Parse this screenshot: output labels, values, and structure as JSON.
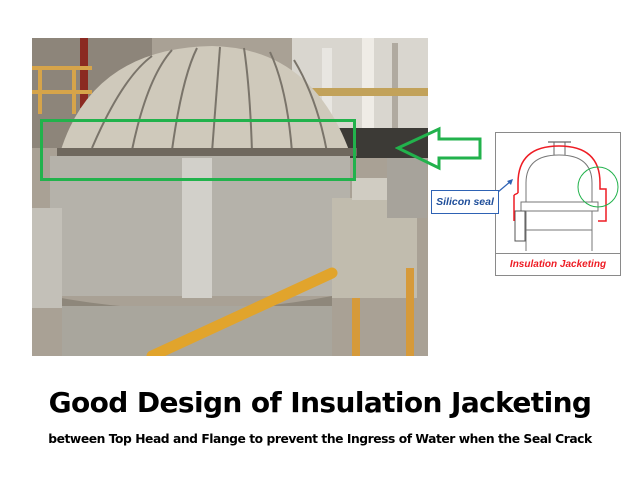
{
  "slide": {
    "title": "Good Design of Insulation Jacketing",
    "subtitle": "between Top Head and Flange to prevent the Ingress of Water when the Seal Crack"
  },
  "photo": {
    "description": "Insulated vessel top head with jacketing, highlighted region between top head and flange",
    "highlight_color": "#22b24c"
  },
  "callout_arrow": {
    "color": "#22b24c",
    "direction": "left"
  },
  "diagram": {
    "label": "Insulation Jacketing",
    "label_color": "#ee1c24",
    "seal_label": "Silicon seal",
    "seal_label_color": "#1f4e9a",
    "jacket_color": "#ee1c24",
    "detail_circle_color": "#22b24c"
  }
}
